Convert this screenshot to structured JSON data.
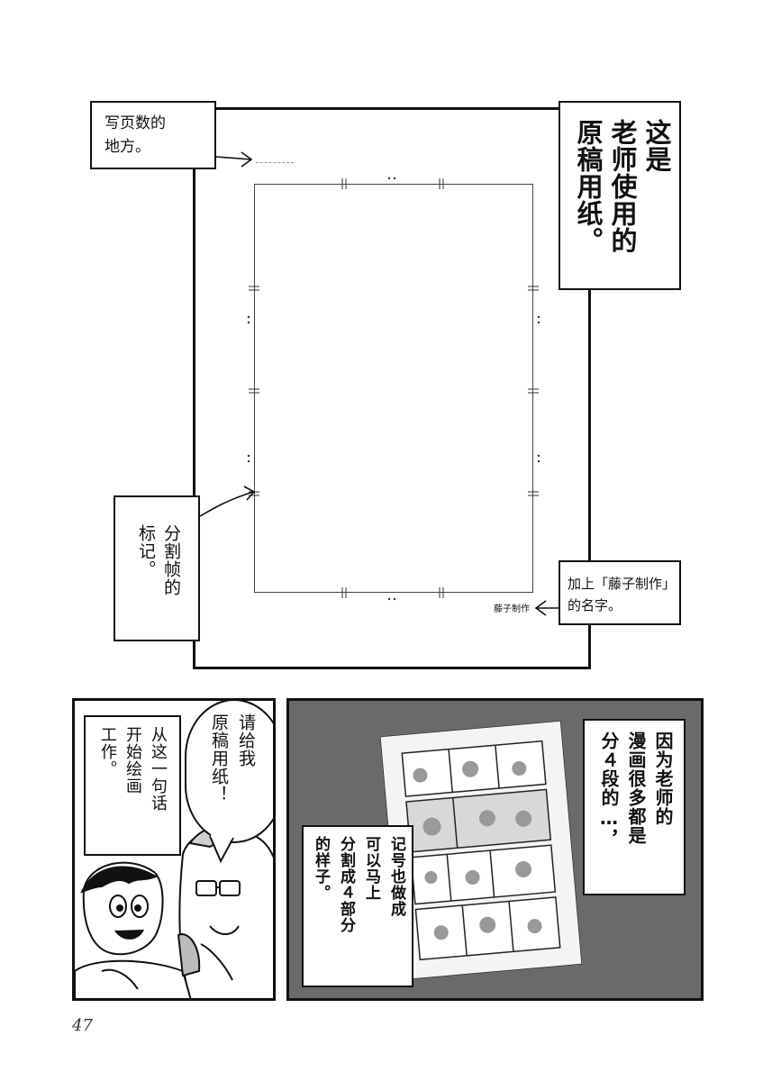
{
  "top_panel": {
    "page_number_note": [
      "写页数的",
      "地方。"
    ],
    "manuscript_note": [
      "这是",
      "老师使用的",
      "原稿用纸。"
    ],
    "frame_mark_note": [
      "标记。",
      "分割帧的"
    ],
    "signature_note": [
      "加上「藤子制作」",
      "的名字。"
    ],
    "signature_stamp": "藤子制作"
  },
  "bottom_left_panel": {
    "speech_bubble": [
      "请给我",
      "原稿用纸！"
    ],
    "narration": [
      "从这一句话",
      "开始绘画",
      "工作。"
    ]
  },
  "bottom_right_panel": {
    "narration_right": [
      "因为老师的",
      "漫画很多都是",
      "分４段的…，"
    ],
    "narration_left": [
      "记号也做成",
      "可以马上",
      "分割成４部分",
      "的样子。"
    ]
  },
  "page_number": "47"
}
